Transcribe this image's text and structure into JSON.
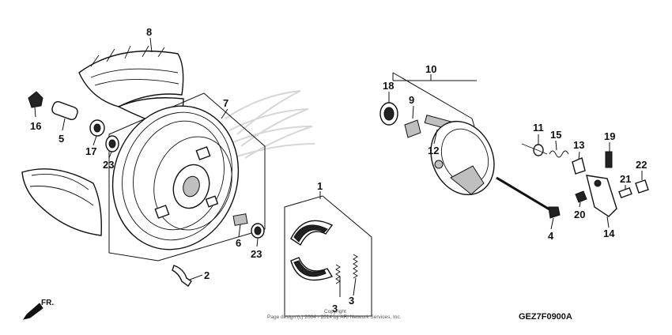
{
  "callouts": {
    "n1": "1",
    "n2": "2",
    "n3a": "3",
    "n3b": "3",
    "n4": "4",
    "n5": "5",
    "n6": "6",
    "n7": "7",
    "n8": "8",
    "n9": "9",
    "n10": "10",
    "n11": "11",
    "n12": "12",
    "n13": "13",
    "n14": "14",
    "n15": "15",
    "n16": "16",
    "n17": "17",
    "n18": "18",
    "n19": "19",
    "n20": "20",
    "n21": "21",
    "n22": "22",
    "n23a": "23",
    "n23b": "23"
  },
  "direction_label": "FR.",
  "diagram_code": "GEZ7F0900A",
  "footer_line1": "Copyright",
  "footer_line2": "Page design (c) 2004 - 2014 by ARI Network Services, Inc."
}
